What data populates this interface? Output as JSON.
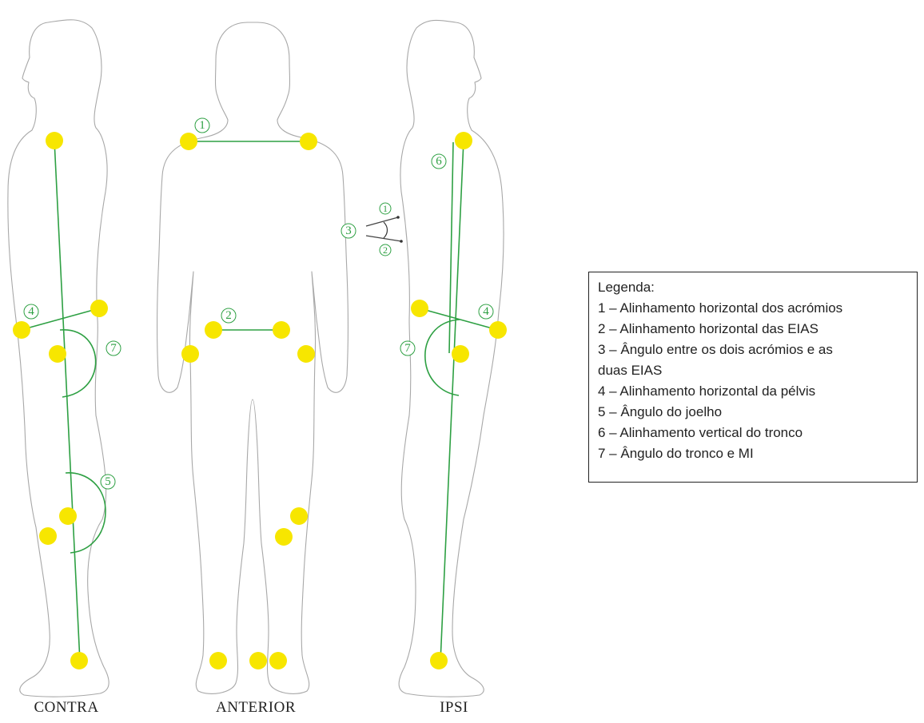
{
  "views": {
    "contra": "CONTRA",
    "anterior": "ANTERIOR",
    "ipsi": "IPSI"
  },
  "numbers": {
    "n1": "1",
    "n2": "2",
    "n3": "3",
    "n4": "4",
    "n5": "5",
    "n6": "6",
    "n7": "7"
  },
  "legend": {
    "title": "Legenda:",
    "items": [
      "1 – Alinhamento horizontal dos acrómios",
      "2 – Alinhamento horizontal das EIAS",
      "3 – Ângulo entre os dois acrómios e as",
      "duas EIAS",
      "4 – Alinhamento horizontal da pélvis",
      "5 – Ângulo do joelho",
      "6 – Alinhamento vertical do tronco",
      "7 – Ângulo do tronco e MI"
    ]
  },
  "colors": {
    "marker": "#f7e600",
    "line": "#2ea043",
    "outline": "#a8a8a8"
  }
}
